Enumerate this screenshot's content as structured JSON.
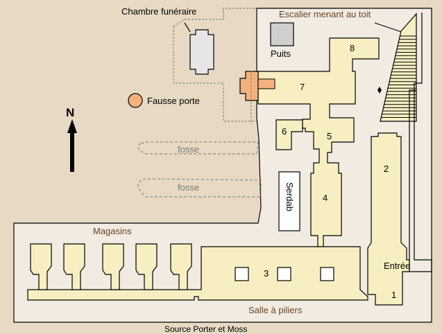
{
  "labels": {
    "burial_chamber": "Chambre funéraire",
    "stair_to_roof": "Escalier menant au toit",
    "well": "Puits",
    "false_door": "Fausse porte",
    "pit_1": "fosse",
    "pit_2": "fosse",
    "serdab": "Serdab",
    "storerooms": "Magasins",
    "entrance": "Entrée",
    "pillared_hall": "Salle à piliers",
    "source": "Source Porter et Moss",
    "north": "N"
  },
  "rooms": {
    "r1": "1",
    "r2": "2",
    "r3": "3",
    "r4": "4",
    "r5": "5",
    "r6": "6",
    "r7": "7",
    "r8": "8"
  },
  "colors": {
    "background": "#e7d9c4",
    "enclosure": "#f1ebe2",
    "room_fill": "#f7efc1",
    "false_door": "#f3b27d",
    "outline": "#000000",
    "dashed": "#8a8a8a",
    "label_brown": "#6b4424"
  }
}
